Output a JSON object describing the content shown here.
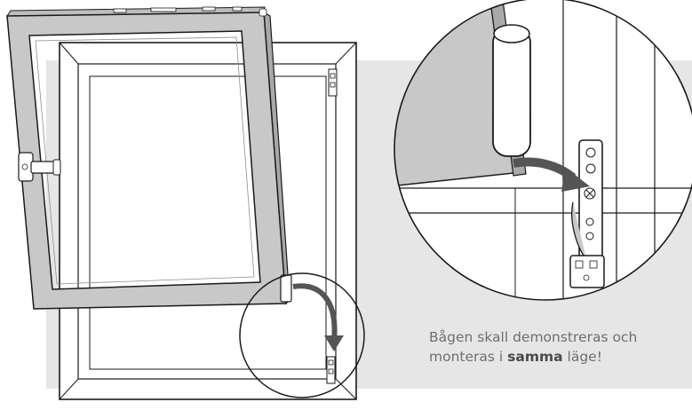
{
  "caption": {
    "line1": "Bågen skall demonstreras och",
    "line2_before": "monteras i ",
    "line2_emphasis": "samma",
    "line2_after": " läge!"
  },
  "colors": {
    "background_panel": "#e6e6e6",
    "frame_fill": "#ffffff",
    "sash_face": "#c8c8c8",
    "sash_edge": "#a9a9a9",
    "outline": "#1a1a1a",
    "arrow": "#555555",
    "text": "#6f6f6f"
  },
  "icons": {
    "rotation_arrow": "curved-arrow-down",
    "hinge": "window-hinge"
  }
}
